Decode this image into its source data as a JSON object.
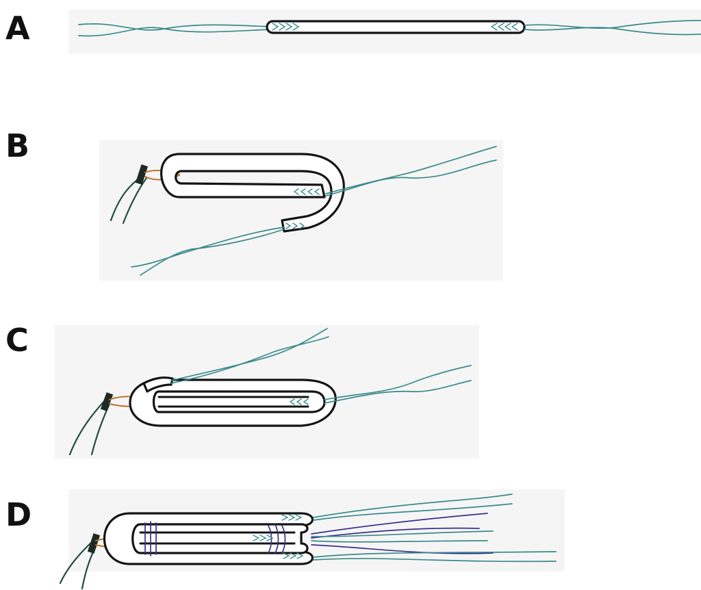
{
  "panels": [
    {
      "label": "A"
    },
    {
      "label": "B"
    },
    {
      "label": "C"
    },
    {
      "label": "D"
    }
  ],
  "colors": {
    "outline": "#141414",
    "suture": "#3a8a8a",
    "suture_purple": "#3a2f8c",
    "loop": "#b8742f",
    "strand": "#1f4d40",
    "clamp": "#1e2b25",
    "paper": "#f5f5f5"
  }
}
